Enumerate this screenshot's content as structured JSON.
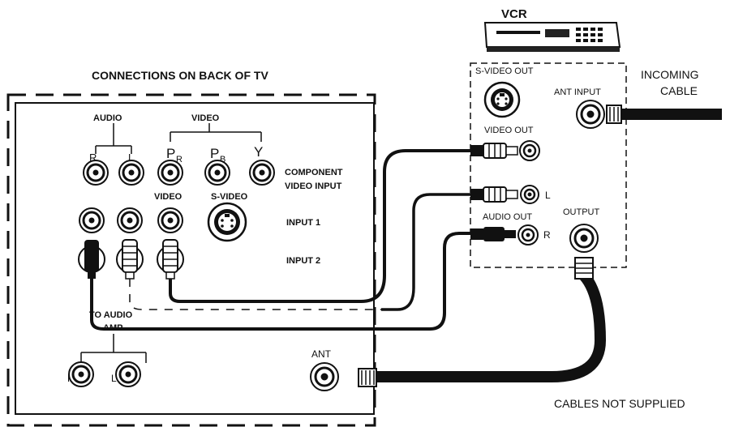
{
  "titles": {
    "back_of_tv": "CONNECTIONS ON BACK OF TV",
    "vcr": "VCR",
    "incoming_cable_line1": "INCOMING",
    "incoming_cable_line2": "CABLE",
    "cables_note": "CABLES NOT SUPPLIED"
  },
  "tv_panel": {
    "audio": "AUDIO",
    "video": "VIDEO",
    "r": "R",
    "l": "L",
    "pr_main": "P",
    "pr_sub": "R",
    "pb_main": "P",
    "pb_sub": "B",
    "y": "Y",
    "component_line1": "COMPONENT",
    "component_line2": "VIDEO INPUT",
    "video_label": "VIDEO",
    "svideo_label": "S-VIDEO",
    "input1": "INPUT 1",
    "input2": "INPUT 2",
    "to_audio_amp_line1": "TO AUDIO",
    "to_audio_amp_line2": "AMP",
    "amp_r": "R",
    "amp_l": "L",
    "ant": "ANT"
  },
  "vcr_panel": {
    "svideo_out": "S-VIDEO OUT",
    "ant_input": "ANT INPUT",
    "video_out": "VIDEO OUT",
    "l": "L",
    "audio_out": "AUDIO OUT",
    "output": "OUTPUT",
    "r": "R"
  }
}
